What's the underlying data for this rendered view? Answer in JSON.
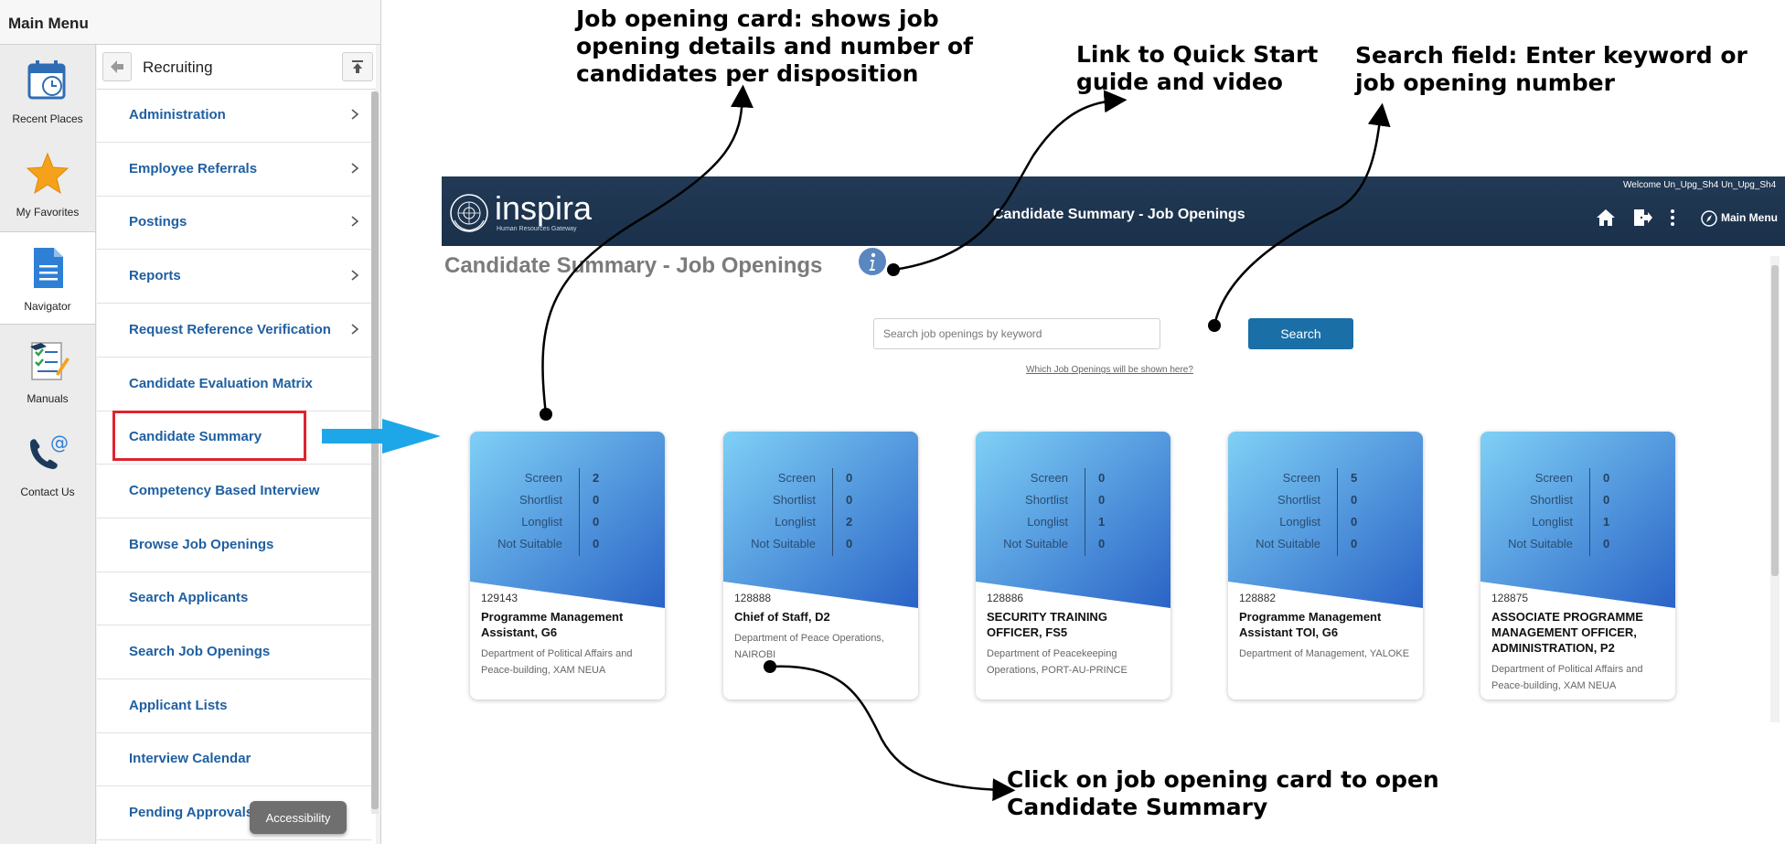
{
  "main_menu": {
    "title": "Main Menu",
    "rail": [
      {
        "label": "Recent Places",
        "icon": "calendar-clock-icon"
      },
      {
        "label": "My Favorites",
        "icon": "star-icon"
      },
      {
        "label": "Navigator",
        "icon": "document-icon",
        "active": true
      },
      {
        "label": "Manuals",
        "icon": "checklist-icon"
      },
      {
        "label": "Contact Us",
        "icon": "phone-at-icon"
      }
    ],
    "panel_title": "Recruiting",
    "items": [
      {
        "label": "Administration",
        "has_children": true
      },
      {
        "label": "Employee Referrals",
        "has_children": true
      },
      {
        "label": "Postings",
        "has_children": true
      },
      {
        "label": "Reports",
        "has_children": true
      },
      {
        "label": "Request Reference Verification",
        "has_children": true
      },
      {
        "label": "Candidate Evaluation Matrix",
        "has_children": false
      },
      {
        "label": "Candidate Summary",
        "has_children": false,
        "highlighted": true
      },
      {
        "label": "Competency Based Interview",
        "has_children": false
      },
      {
        "label": "Browse Job Openings",
        "has_children": false
      },
      {
        "label": "Search Applicants",
        "has_children": false
      },
      {
        "label": "Search Job Openings",
        "has_children": false
      },
      {
        "label": "Applicant Lists",
        "has_children": false
      },
      {
        "label": "Interview Calendar",
        "has_children": false
      },
      {
        "label": "Pending Approvals",
        "has_children": false
      }
    ],
    "accessibility_label": "Accessibility"
  },
  "inspira": {
    "brand": "inspira",
    "brand_sub": "Human Resources Gateway",
    "header_title": "Candidate Summary - Job Openings",
    "welcome": "Welcome Un_Upg_Sh4 Un_Upg_Sh4",
    "main_menu_label": "Main Menu",
    "page_heading": "Candidate Summary - Job Openings",
    "search_placeholder": "Search job openings by keyword",
    "search_button": "Search",
    "which_link": "Which Job Openings will be shown here?",
    "stat_labels": [
      "Screen",
      "Shortlist",
      "Longlist",
      "Not Suitable"
    ],
    "cards": [
      {
        "id": "129143",
        "title": "Programme Management Assistant, G6",
        "dept": "Department of Political Affairs and Peace-building, XAM NEUA",
        "stats": [
          "2",
          "0",
          "0",
          "0"
        ]
      },
      {
        "id": "128888",
        "title": "Chief of Staff, D2",
        "dept": "Department of Peace Operations, NAIROBI",
        "stats": [
          "0",
          "0",
          "2",
          "0"
        ]
      },
      {
        "id": "128886",
        "title": "SECURITY TRAINING OFFICER, FS5",
        "dept": "Department of Peacekeeping Operations, PORT-AU-PRINCE",
        "stats": [
          "0",
          "0",
          "1",
          "0"
        ]
      },
      {
        "id": "128882",
        "title": "Programme Management Assistant TOI, G6",
        "dept": "Department of Management, YALOKE",
        "stats": [
          "5",
          "0",
          "0",
          "0"
        ]
      },
      {
        "id": "128875",
        "title": "ASSOCIATE PROGRAMME MANAGEMENT OFFICER, ADMINISTRATION, P2",
        "dept": "Department of Political Affairs and Peace-building, XAM NEUA",
        "stats": [
          "0",
          "0",
          "1",
          "0"
        ]
      }
    ]
  },
  "annotations": {
    "job_card": [
      "Job opening card: shows job",
      "opening details and number of",
      "candidates per disposition"
    ],
    "quick_start": [
      "Link to Quick Start",
      "guide and video"
    ],
    "search_field": [
      "Search field: Enter keyword or",
      "job opening number"
    ],
    "click_card": [
      "Click on job opening card to open",
      "Candidate Summary"
    ]
  },
  "colors": {
    "header_bg": "#1f3650",
    "link_blue": "#1f5fa1",
    "search_button": "#1a6fa6",
    "highlight_red": "#e0232f",
    "arrow_blue": "#1ea7e8"
  }
}
